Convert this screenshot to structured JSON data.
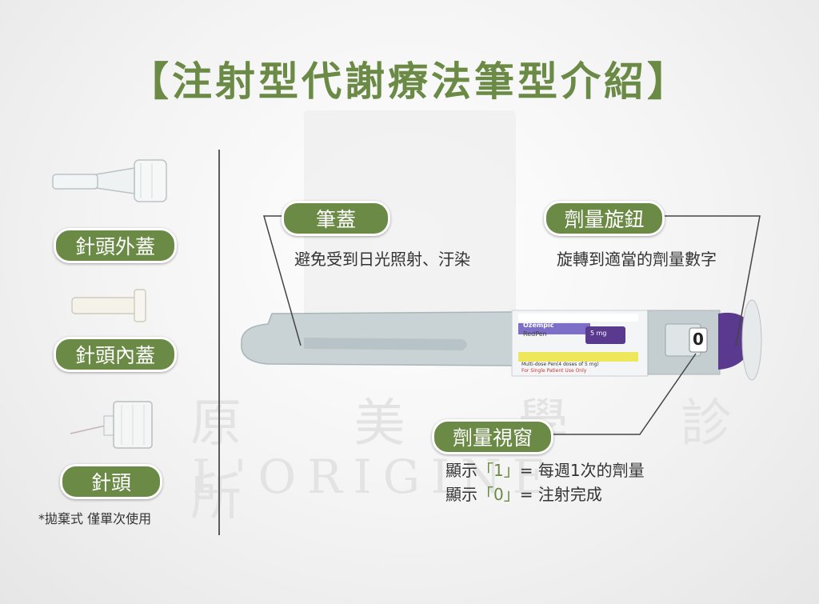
{
  "title": "【注射型代謝療法筆型介紹】",
  "watermark": {
    "chinese": "原 美 學 診 所",
    "english": "L'ORIGINE"
  },
  "left_parts": [
    {
      "label": "針頭外蓋"
    },
    {
      "label": "針頭內蓋"
    },
    {
      "label": "針頭"
    }
  ],
  "disposable_note": "*拋棄式 僅單次使用",
  "callouts": {
    "cap": {
      "label": "筆蓋",
      "description": "避免受到日光照射、汙染"
    },
    "dose_knob": {
      "label": "劑量旋鈕",
      "description": "旋轉到適當的劑量數字"
    },
    "dose_window": {
      "label": "劑量視窗",
      "line1": {
        "prefix": "顯示",
        "open": "「",
        "value": "1",
        "close": "」",
        "text": "= 每週1次的劑量"
      },
      "line2": {
        "prefix": "顯示",
        "open": "「",
        "value": "0",
        "close": "」",
        "text": "= 注射完成"
      }
    }
  },
  "pen_label": {
    "brand": "Ozempic",
    "product": "RedPen",
    "dose_box": "5 mg",
    "line1": "Multi-dose Pen(4 doses of 5 mg)",
    "line2": "For Single Patient Use Only"
  },
  "dose_display": "0",
  "colors": {
    "accent": "#6a8a45",
    "knob": "#5a3a8e",
    "pen_body": "#c9d3d6"
  }
}
